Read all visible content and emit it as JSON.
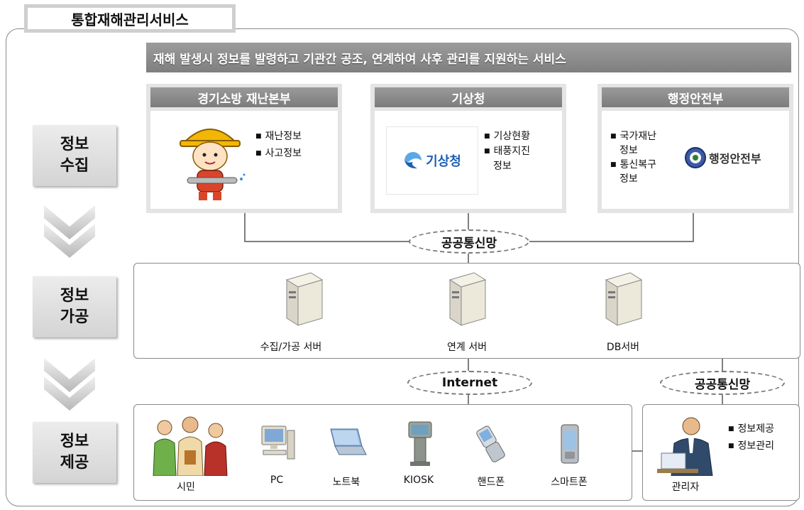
{
  "title": "통합재해관리서비스",
  "banner": "재해 발생시 정보를 발령하고 기관간 공조, 연계하여 사후 관리를 지원하는 서비스",
  "stages": {
    "collect": [
      "정보",
      "수집"
    ],
    "process": [
      "정보",
      "가공"
    ],
    "provide": [
      "정보",
      "제공"
    ]
  },
  "agencies": {
    "fire": {
      "name": "경기소방 재난본부",
      "items": [
        "재난정보",
        "사고정보"
      ]
    },
    "kma": {
      "name": "기상청",
      "logo_text": "기상청",
      "items": [
        "기상현황",
        "태풍지진",
        "정보"
      ]
    },
    "mopas": {
      "name": "행정안전부",
      "logo_text": "행정안전부",
      "items": [
        "국가재난",
        "정보",
        "통신복구",
        "정보"
      ]
    }
  },
  "networks": {
    "public1": "공공통신망",
    "internet": "Internet",
    "public2": "공공통신망"
  },
  "servers": [
    "수집/가공 서버",
    "연계 서버",
    "DB서버"
  ],
  "devices": [
    "시민",
    "PC",
    "노트북",
    "KIOSK",
    "핸드폰",
    "스마트폰"
  ],
  "admin": {
    "label": "관리자",
    "items": [
      "정보제공",
      "정보관리"
    ]
  },
  "colors": {
    "header_gray": "#8a8a8a",
    "kma_blue": "#1f5fb4"
  }
}
